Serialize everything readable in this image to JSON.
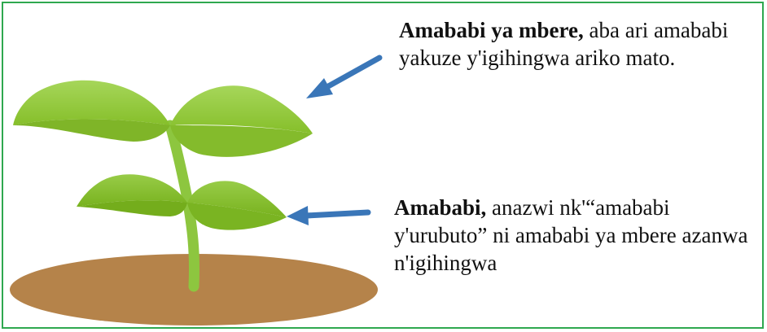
{
  "captions": {
    "true_leaves": {
      "term": "Amababi ya mbere,",
      "text": " aba ari amababi yakuze y'igihingwa ariko mato."
    },
    "seed_leaves": {
      "term": "Amababi,",
      "text": " anazwi nk'“amababi y'urubuto” ni amababi ya mbere azanwa n'igihingwa"
    }
  },
  "colors": {
    "border": "#2fa84f",
    "soil": "#b5834a",
    "leaf_light": "#a6d65a",
    "leaf_dark": "#86bf2a",
    "stem": "#8dc63f",
    "arrow": "#3a76b8",
    "text": "#111111"
  },
  "icons": [
    "seedling-illustration",
    "arrow-left-icon",
    "arrow-left-icon"
  ]
}
